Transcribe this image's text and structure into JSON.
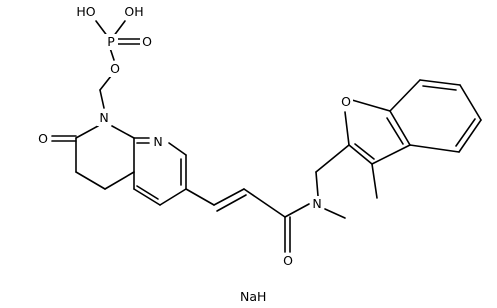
{
  "molecule": {
    "atoms": {
      "ho_top": "HO",
      "oh_top": "OH",
      "p": "P",
      "o_double": "O",
      "o_link": "O",
      "n1": "N",
      "n8": "N",
      "o_lactam": "O",
      "o_amide": "O",
      "n_amide": "N",
      "o_furan": "O"
    },
    "counter_ion": "NaH"
  },
  "colors": {
    "bond": "#000000",
    "text": "#000000",
    "background": "#ffffff"
  }
}
